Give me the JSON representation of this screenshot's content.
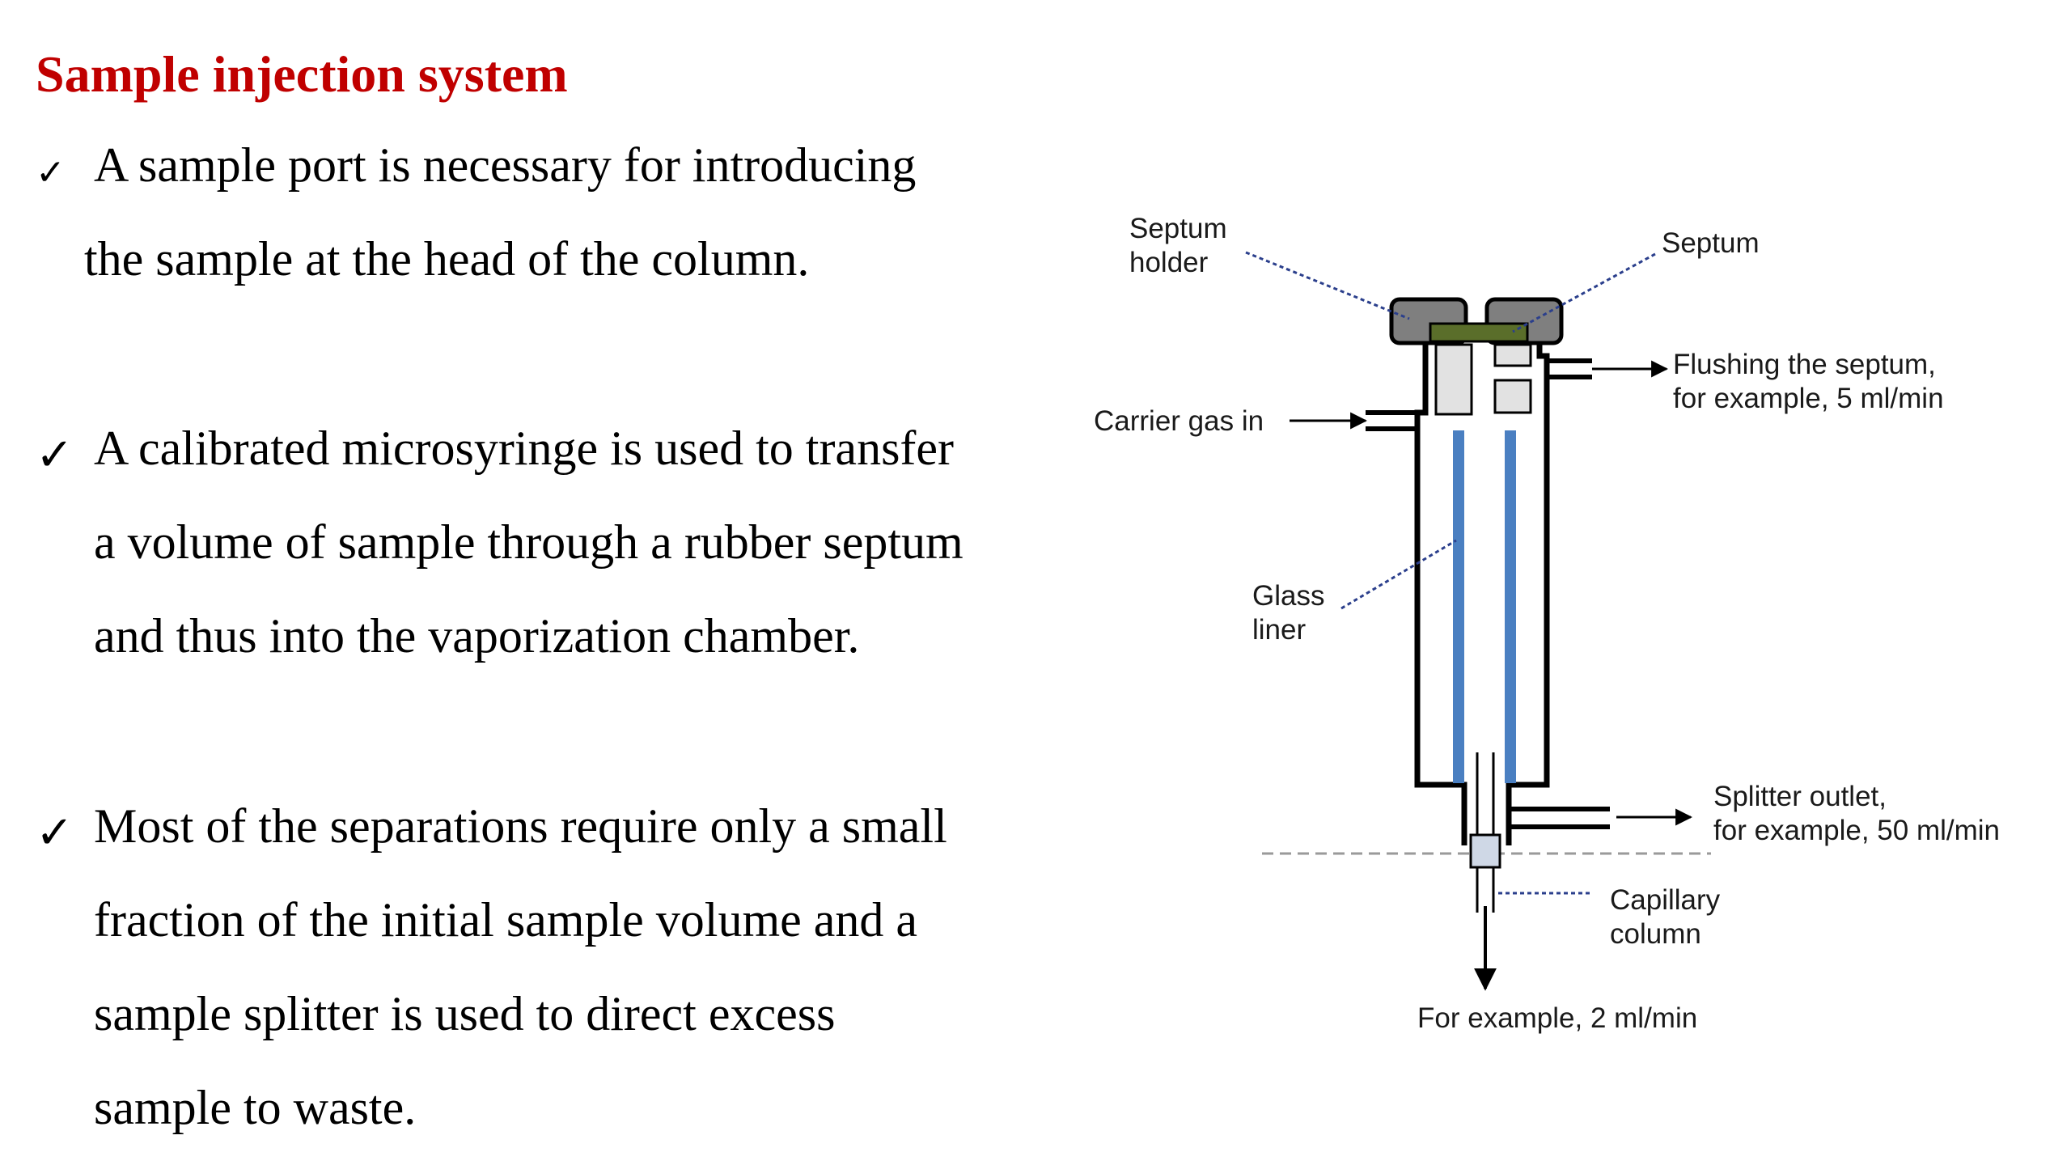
{
  "title": "Sample injection system",
  "colors": {
    "title": "#c00000",
    "septum": "#5a6e2a",
    "cap": "#7f7f7f",
    "glass_liner": "#4a7fc1",
    "leader": "#2b3f8c"
  },
  "bullets": [
    {
      "icon": "checkmark-icon",
      "mark": "✓",
      "lines": [
        "A sample port is necessary for introducing",
        "the sample at the head of the column."
      ]
    },
    {
      "icon": "checkmark-icon",
      "mark": "✓",
      "lines": [
        "A calibrated microsyringe is used to transfer",
        "a volume of sample through a rubber septum",
        "and thus into the vaporization chamber."
      ]
    },
    {
      "icon": "checkmark-icon",
      "mark": "✓",
      "lines": [
        "Most of the separations require only a small",
        "fraction of the initial sample volume and a",
        "sample splitter is used to direct excess",
        "sample to waste."
      ]
    }
  ],
  "diagram": {
    "septum_holder": [
      "Septum",
      "holder"
    ],
    "septum": "Septum",
    "flushing": [
      "Flushing the septum,",
      "for example, 5 ml/min"
    ],
    "carrier_gas": "Carrier gas in",
    "glass_liner": [
      "Glass",
      "liner"
    ],
    "splitter": [
      "Splitter outlet,",
      "for example, 50 ml/min"
    ],
    "capillary": [
      "Capillary",
      "column"
    ],
    "column_flow": "For example, 2 ml/min"
  }
}
